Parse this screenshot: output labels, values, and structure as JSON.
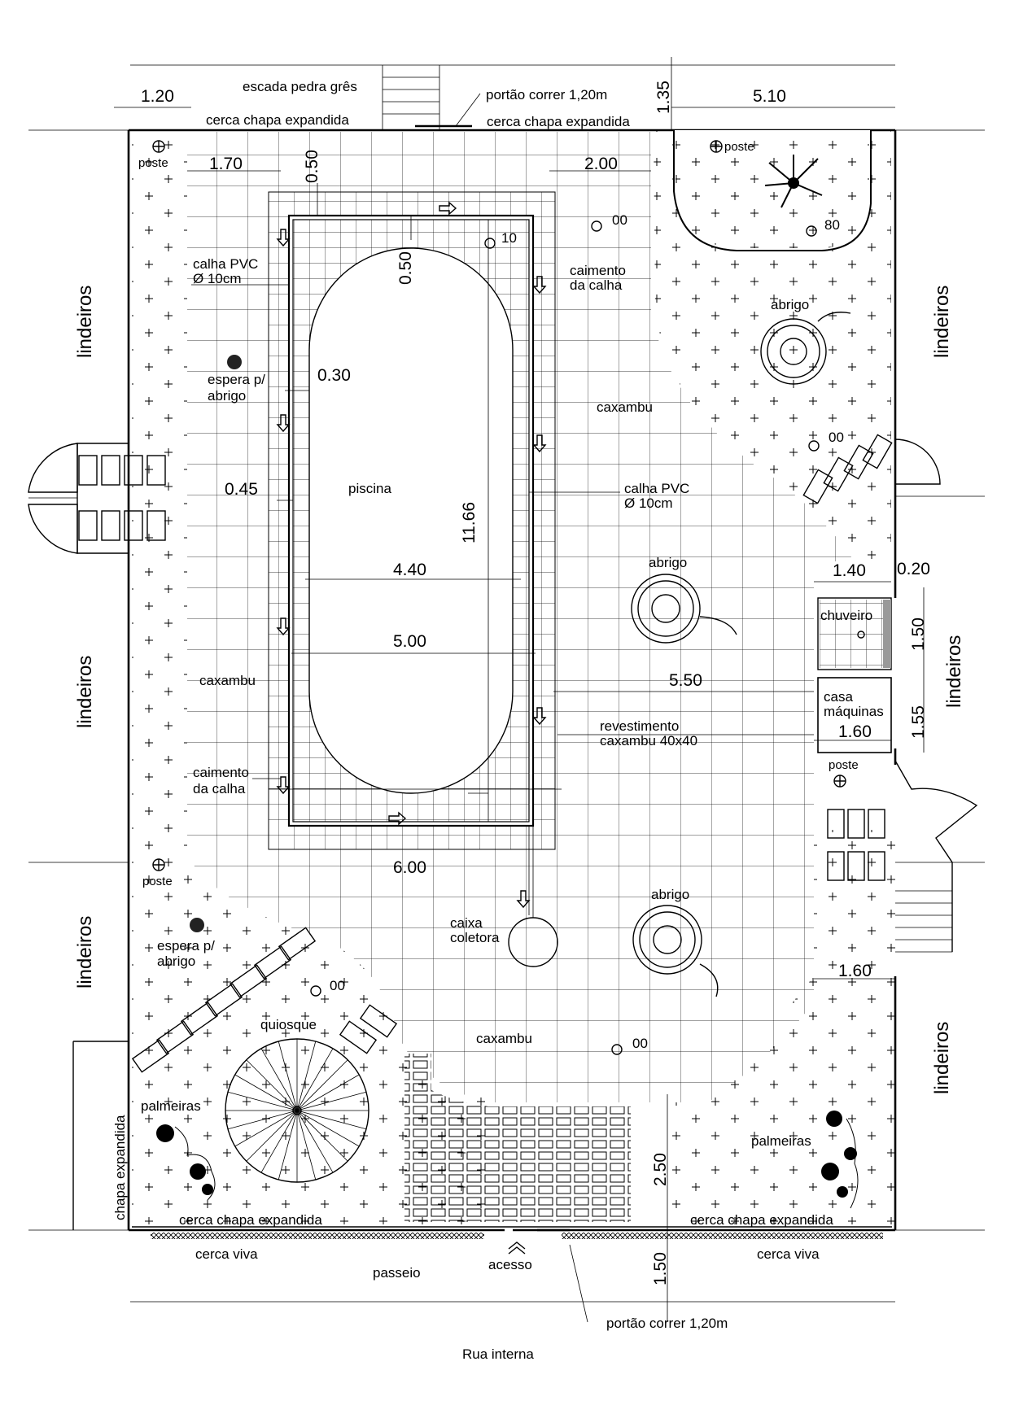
{
  "labels": {
    "escada": "escada pedra grês",
    "portao_top": "portão correr 1,20m",
    "cerca_top_left": "cerca chapa expandida",
    "cerca_top_right": "cerca chapa expandida",
    "poste_1": "poste",
    "poste_2": "poste",
    "poste_3": "poste",
    "poste_4": "poste",
    "lindeiros_1": "lindeiros",
    "lindeiros_2": "lindeiros",
    "lindeiros_3": "lindeiros",
    "lindeiros_4": "lindeiros",
    "lindeiros_5": "lindeiros",
    "lindeiros_6": "lindeiros",
    "calha_pvc_1": "calha PVC",
    "calha_pvc_1b": "Ø 10cm",
    "calha_pvc_2": "calha PVC",
    "calha_pvc_2b": "Ø 10cm",
    "espera_1": "espera p/",
    "espera_1b": "abrigo",
    "espera_2": "espera p/",
    "espera_2b": "abrigo",
    "caimento_1": "caimento",
    "caimento_1b": "da calha",
    "caimento_2": "caimento",
    "caimento_2b": "da calha",
    "piscina": "piscina",
    "caxambu_1": "caxambu",
    "caxambu_2": "caxambu",
    "caxambu_3": "caxambu",
    "abrigo_1": "abrigo",
    "abrigo_2": "abrigo",
    "abrigo_3": "abrigo",
    "revestimento": "revestimento",
    "revestimento_b": "caxambu 40x40",
    "chuveiro": "chuveiro",
    "casa": "casa",
    "maquinas": "máquinas",
    "caixa": "caixa",
    "coletora": "coletora",
    "quiosque": "quiosque",
    "palmeiras_1": "palmeiras",
    "palmeiras_2": "palmeiras",
    "chapa_expandida": "chapa expandida",
    "cerca_bottom_left": "cerca chapa expandida",
    "cerca_bottom_right": "cerca chapa expandida",
    "cerca_viva_1": "cerca viva",
    "cerca_viva_2": "cerca viva",
    "passeio": "passeio",
    "acesso": "acesso",
    "portao_bottom": "portão correr 1,20m",
    "rua": "Rua interna"
  },
  "dimensions": {
    "d_1_20": "1.20",
    "d_1_35": "1.35",
    "d_5_10": "5.10",
    "d_1_70": "1.70",
    "d_0_50a": "0.50",
    "d_2_00": "2.00",
    "d_0_50b": "0.50",
    "d_0_30": "0.30",
    "d_0_45": "0.45",
    "d_11_66": "11.66",
    "d_4_40": "4.40",
    "d_5_00": "5.00",
    "d_5_50": "5.50",
    "d_6_00": "6.00",
    "d_1_40": "1.40",
    "d_0_20": "0.20",
    "d_1_50a": "1.50",
    "d_1_55": "1.55",
    "d_1_60a": "1.60",
    "d_1_60b": "1.60",
    "d_2_50": "2.50",
    "d_1_50b": "1.50"
  },
  "levels": {
    "lv_00a": "00",
    "lv_10": "10",
    "lv_80": "80",
    "lv_00b": "00",
    "lv_00c": "00",
    "lv_00d": "00"
  }
}
